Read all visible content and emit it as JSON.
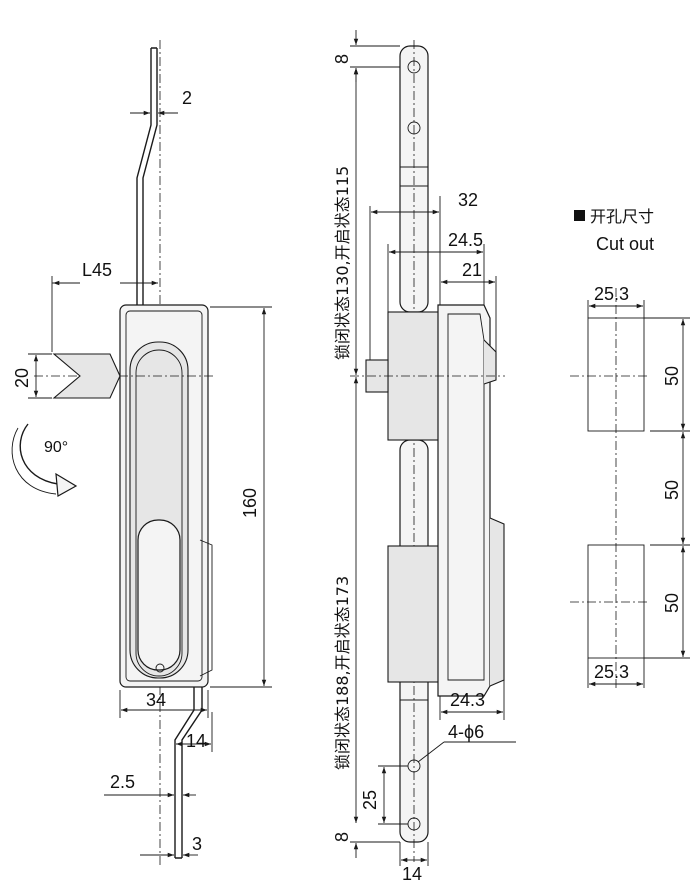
{
  "left_view": {
    "dim_thickness_top": "2",
    "dim_l45": "L45",
    "dim_20": "20",
    "rotation_label": "90°",
    "dim_160": "160",
    "dim_34": "34",
    "dim_14": "14",
    "dim_2_5": "2.5",
    "dim_3": "3"
  },
  "side_view": {
    "dim_8_top": "8",
    "upper_rod_length": "锁闭状态130,开启状态115",
    "dim_32": "32",
    "dim_24_5": "24.5",
    "dim_21": "21",
    "lower_rod_length": "锁闭状态188,开启状态173",
    "dim_24_3": "24.3",
    "hole_spec": "4-ϕ6",
    "dim_25": "25",
    "dim_8_bottom": "8",
    "dim_14": "14"
  },
  "cutout": {
    "title_cn": "开孔尺寸",
    "title_en": "Cut out",
    "dim_width_top": "25.3",
    "dim_50_a": "50",
    "dim_50_b": "50",
    "dim_50_c": "50",
    "dim_width_bottom": "25.3"
  }
}
